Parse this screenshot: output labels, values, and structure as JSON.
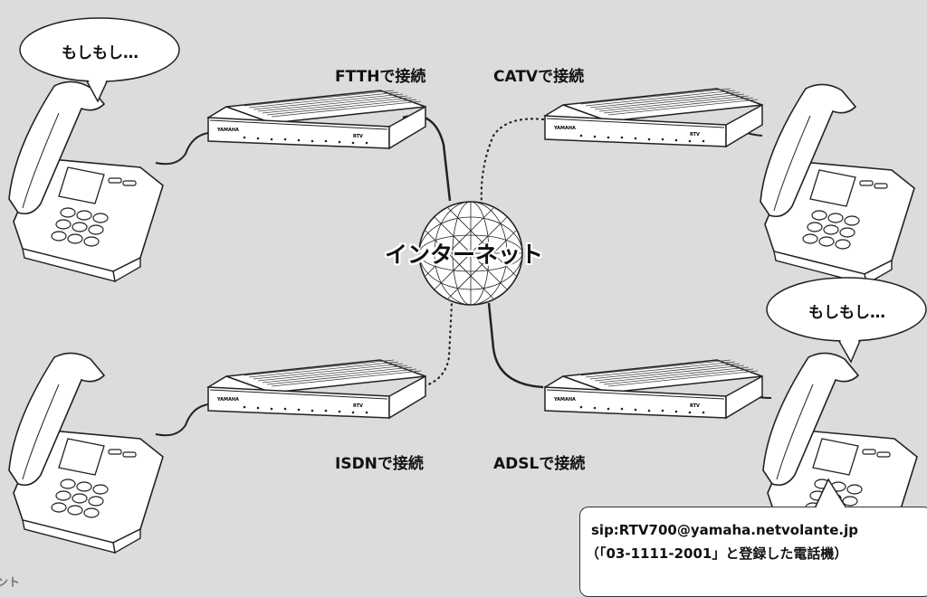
{
  "speech_bubbles": {
    "top_left": "もしもし…",
    "bottom_right": "もしもし…"
  },
  "connections": {
    "ftth": "FTTHで接続",
    "catv": "CATVで接続",
    "isdn": "ISDNで接続",
    "adsl": "ADSLで接続"
  },
  "internet_label": "インターネット",
  "callout": {
    "line1": "sip:RTV700@yamaha.netvolante.jp",
    "line2": "（「03-1111-2001」と登録した電話機）"
  },
  "corner_fragment": "ント",
  "router_brand": "YAMAHA",
  "router_model": "RTV"
}
